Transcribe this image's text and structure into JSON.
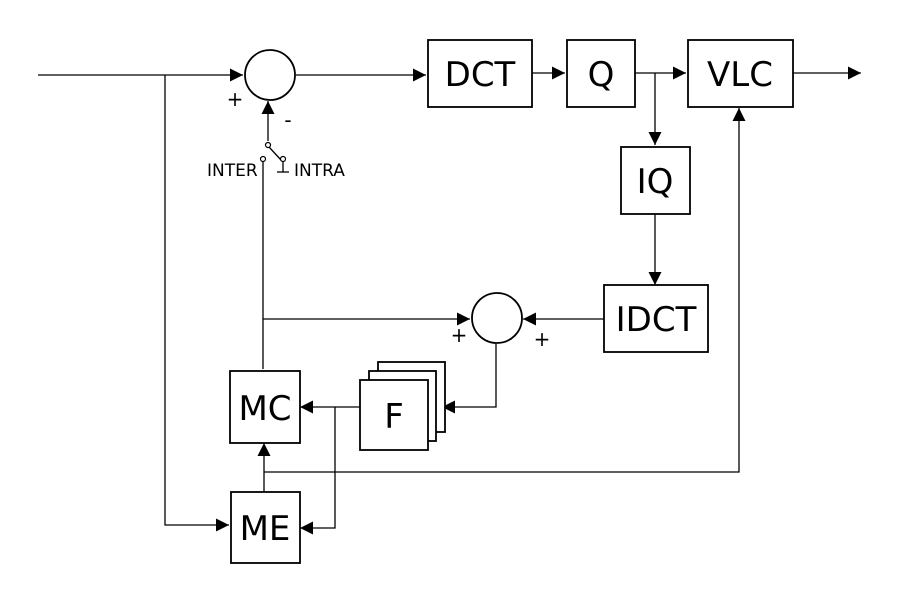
{
  "blocks": {
    "dct": "DCT",
    "q": "Q",
    "vlc": "VLC",
    "iq": "IQ",
    "idct": "IDCT",
    "mc": "MC",
    "f": "F",
    "me": "ME"
  },
  "summer_top": {
    "input_sign": "+",
    "feedback_sign": "-"
  },
  "summer_bottom": {
    "left_sign": "+",
    "right_sign": "+"
  },
  "switch": {
    "inter_label": "INTER",
    "intra_label": "INTRA"
  }
}
